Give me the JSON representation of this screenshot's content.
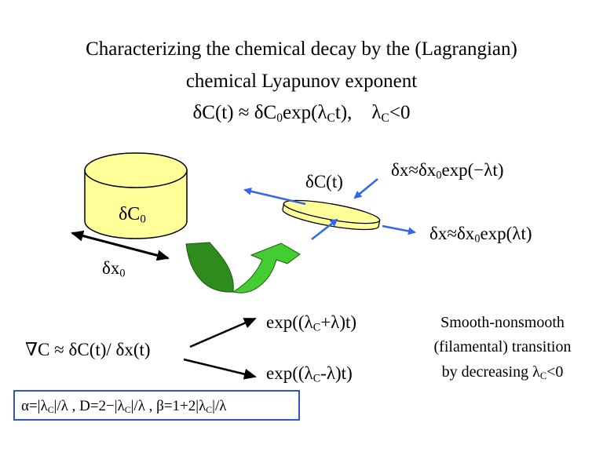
{
  "title": {
    "line1": "Characterizing the chemical decay by the (Lagrangian)",
    "line2": "chemical Lyapunov exponent"
  },
  "equation_main": {
    "left": "δC(t) ≈ δC",
    "sub0": "0",
    "mid": "exp(λ",
    "subC": "C",
    "right": "t),",
    "cond_lambda": "λ",
    "cond_sub": "C",
    "cond_rest": "<0"
  },
  "cylinder_label": {
    "main": "δC",
    "sub": "0"
  },
  "dx_label": {
    "main": "δx",
    "sub": "0"
  },
  "disk_label": "δC(t)",
  "compress": {
    "a": "δx≈δx",
    "sub": "0",
    "b": "exp(−λt)"
  },
  "stretch": {
    "a": "δx≈δx",
    "sub": "0",
    "b": "exp(λt)"
  },
  "gradient": "∇C ≈ δC(t)/ δx(t)",
  "branch_plus": {
    "a": "exp((λ",
    "sub": "C",
    "b": "+λ)t)"
  },
  "branch_minus": {
    "a": "exp((λ",
    "sub": "C",
    "b": "-λ)t)"
  },
  "note": {
    "line1": "Smooth-nonsmooth",
    "line2": "(filamental) transition",
    "line3a": "by decreasing λ",
    "line3sub": "C",
    "line3b": "<0"
  },
  "box": {
    "p1": "α=|λ",
    "s1": "C",
    "p2": "|/λ , D=2−|λ",
    "s2": "C",
    "p3": "|/λ , β=1+2|λ",
    "s3": "C",
    "p4": "|/λ"
  },
  "colors": {
    "cylinder": "#ffff99",
    "arrow_dark_green": "#2e8b1e",
    "arrow_light_green": "#44cc33",
    "blue_arrow": "#3366ee",
    "box_border": "#3355cc"
  }
}
